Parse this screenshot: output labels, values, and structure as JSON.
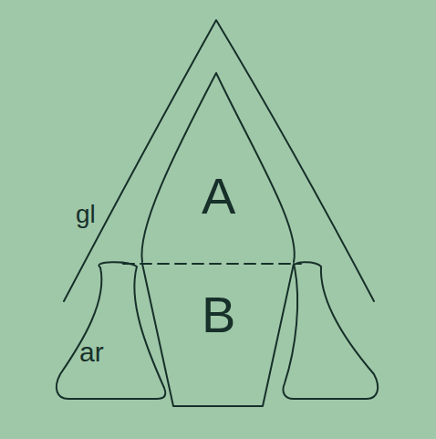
{
  "diagram": {
    "nodes": [
      {
        "text": [
          "A"
        ]
      },
      {
        "text": [
          "B"
        ]
      },
      {
        "text": [
          "ar"
        ]
      }
    ],
    "labels": [
      "gl"
    ]
  }
}
